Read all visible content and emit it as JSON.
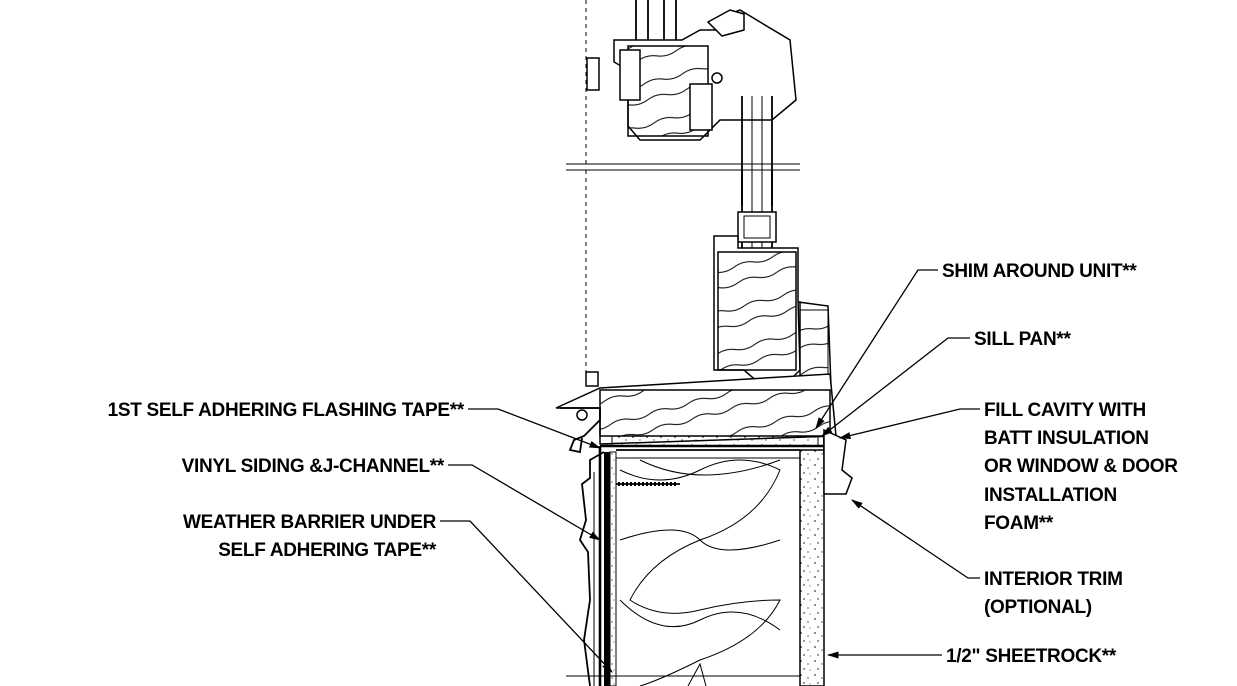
{
  "labels": {
    "shim": "SHIM AROUND UNIT**",
    "sill_pan": "SILL PAN**",
    "fill_cavity_1": "FILL CAVITY WITH",
    "fill_cavity_2": "BATT INSULATION",
    "fill_cavity_3": "OR WINDOW & DOOR",
    "fill_cavity_4": "INSTALLATION",
    "fill_cavity_5": "FOAM**",
    "flashing_tape": "1ST SELF ADHERING FLASHING TAPE**",
    "vinyl_siding": "VINYL SIDING &J-CHANNEL**",
    "weather_barrier_1": "WEATHER BARRIER UNDER",
    "weather_barrier_2": "SELF ADHERING TAPE**",
    "interior_trim_1": "INTERIOR TRIM",
    "interior_trim_2": "(OPTIONAL)",
    "sheetrock": "1/2\" SHEETROCK**"
  }
}
